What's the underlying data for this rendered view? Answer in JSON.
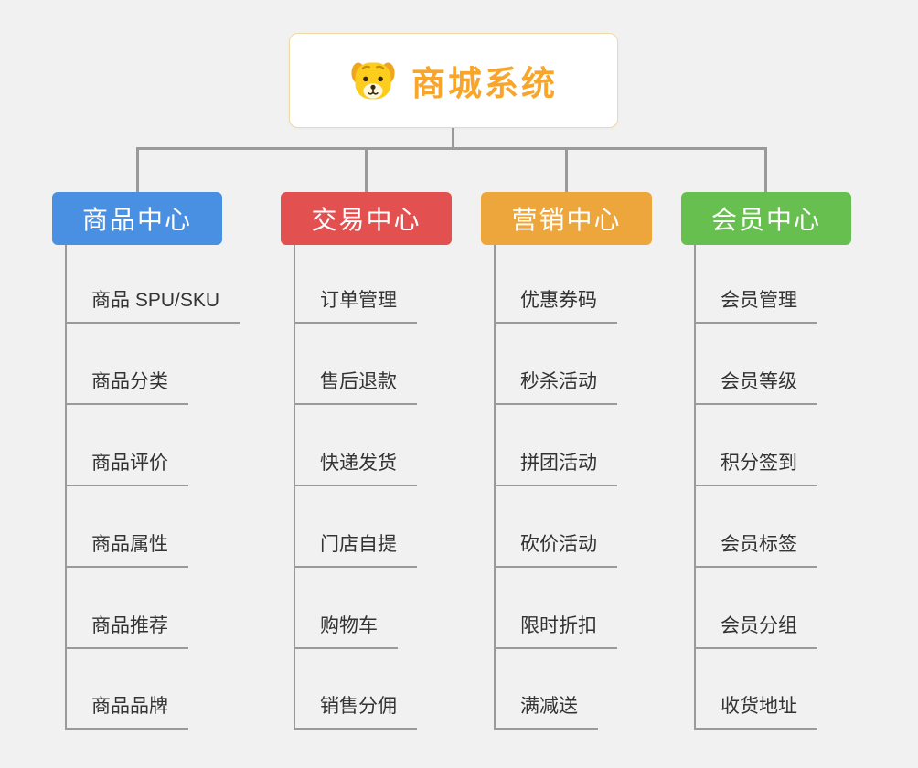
{
  "root": {
    "title": "商城系统",
    "icon": "dog-icon",
    "title_color": "#f7a52b"
  },
  "line_color": "#9a9a9a",
  "branches": [
    {
      "label": "商品中心",
      "color": "#4a90e2",
      "items": [
        "商品 SPU/SKU",
        "商品分类",
        "商品评价",
        "商品属性",
        "商品推荐",
        "商品品牌"
      ]
    },
    {
      "label": "交易中心",
      "color": "#e25050",
      "items": [
        "订单管理",
        "售后退款",
        "快递发货",
        "门店自提",
        "购物车",
        "销售分佣"
      ]
    },
    {
      "label": "营销中心",
      "color": "#eda63b",
      "items": [
        "优惠券码",
        "秒杀活动",
        "拼团活动",
        "砍价活动",
        "限时折扣",
        "满减送"
      ]
    },
    {
      "label": "会员中心",
      "color": "#67bf4f",
      "items": [
        "会员管理",
        "会员等级",
        "积分签到",
        "会员标签",
        "会员分组",
        "收货地址"
      ]
    }
  ]
}
